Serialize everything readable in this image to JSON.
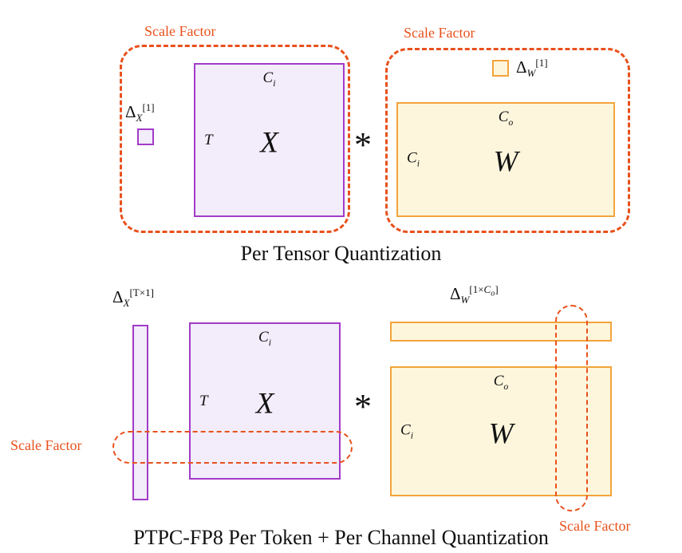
{
  "colors": {
    "purple_border": "#A23BC8",
    "purple_fill": "#F2ECFB",
    "orange_border": "#F2A43B",
    "orange_fill": "#FDF6DC",
    "accent": "#E8511C"
  },
  "per_tensor": {
    "caption": "Per Tensor Quantization",
    "operator": "*",
    "x_group": {
      "scale_factor": "Scale Factor",
      "delta": {
        "base": "Δ",
        "sub": "X",
        "sup": "[1]"
      },
      "matrix": {
        "top": {
          "base": "C",
          "sub": "i"
        },
        "left": "T",
        "center": "X"
      }
    },
    "w_group": {
      "scale_factor": "Scale Factor",
      "delta": {
        "base": "Δ",
        "sub": "W",
        "sup": "[1]"
      },
      "matrix": {
        "top": {
          "base": "C",
          "sub": "o"
        },
        "left": {
          "base": "C",
          "sub": "i"
        },
        "center": "W"
      }
    }
  },
  "ptpc": {
    "caption": "PTPC-FP8 Per Token + Per Channel Quantization",
    "operator": "*",
    "x_group": {
      "scale_factor": "Scale Factor",
      "delta": {
        "base": "Δ",
        "sub": "X",
        "sup": "[T×1]"
      },
      "matrix": {
        "top": {
          "base": "C",
          "sub": "i"
        },
        "left": "T",
        "center": "X"
      }
    },
    "w_group": {
      "scale_factor": "Scale Factor",
      "delta": {
        "base": "Δ",
        "sub": "W",
        "sup_open": "[1×",
        "sup_var": "C",
        "sup_var_sub": "o",
        "sup_close": "]"
      },
      "matrix": {
        "top": {
          "base": "C",
          "sub": "o"
        },
        "left": {
          "base": "C",
          "sub": "i"
        },
        "center": "W"
      }
    }
  }
}
